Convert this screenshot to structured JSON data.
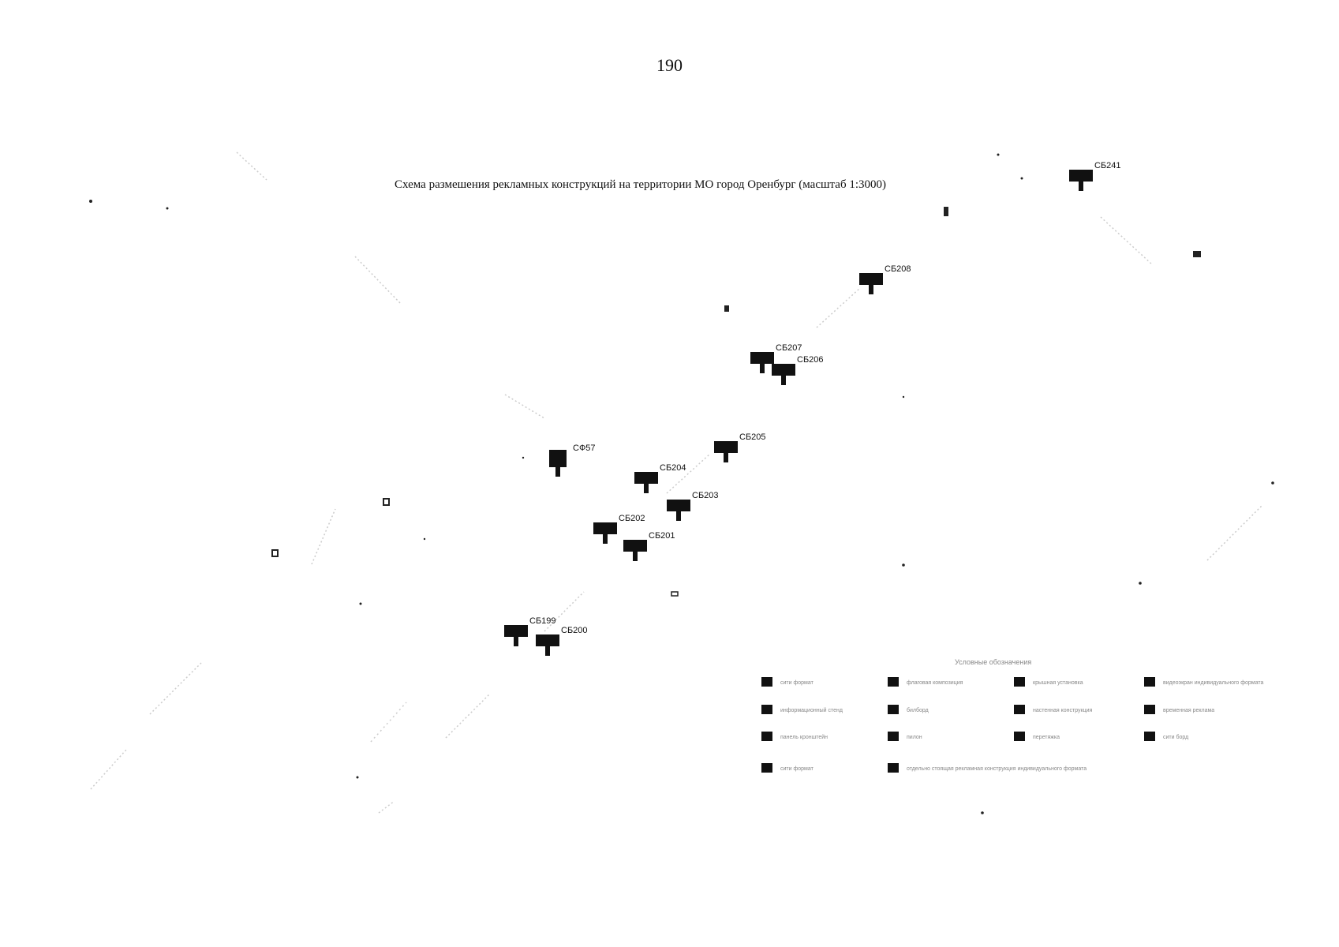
{
  "page_number": "190",
  "title": "Схема размешения рекламных конструкций на территории МО город Оренбург (масштаб 1:3000)",
  "markers": [
    {
      "id": "sb241",
      "label": "СБ241"
    },
    {
      "id": "sb208",
      "label": "СБ208"
    },
    {
      "id": "sb207",
      "label": "СБ207"
    },
    {
      "id": "sb206",
      "label": "СБ206"
    },
    {
      "id": "sb205",
      "label": "СБ205"
    },
    {
      "id": "sf57",
      "label": "СФ57"
    },
    {
      "id": "sb204",
      "label": "СБ204"
    },
    {
      "id": "sb203",
      "label": "СБ203"
    },
    {
      "id": "sb202",
      "label": "СБ202"
    },
    {
      "id": "sb201",
      "label": "СБ201"
    },
    {
      "id": "sb199",
      "label": "СБ199"
    },
    {
      "id": "sb200",
      "label": "СБ200"
    }
  ],
  "legend": {
    "title": "Условные обозначения",
    "items": [
      {
        "icon": "billboard-small-icon",
        "label": "сити формат"
      },
      {
        "icon": "flag-icon",
        "label": "флаговая композиция"
      },
      {
        "icon": "roof-installation-icon",
        "label": "крышная установка"
      },
      {
        "icon": "video-screen-icon",
        "label": "видеоэкран индивидуального формата"
      },
      {
        "icon": "info-stand-icon",
        "label": "информационный стенд"
      },
      {
        "icon": "billboard-icon",
        "label": "билборд"
      },
      {
        "icon": "wall-structure-icon",
        "label": "настенная конструкция"
      },
      {
        "icon": "temporary-structure-icon",
        "label": "временная реклама"
      },
      {
        "icon": "bracket-panel-icon",
        "label": "панель кронштейн"
      },
      {
        "icon": "pylon-icon",
        "label": "пилон"
      },
      {
        "icon": "banner-stretch-icon",
        "label": "перетяжка"
      },
      {
        "icon": "city-board-icon",
        "label": "сити борд"
      },
      {
        "icon": "city-format-icon",
        "label": "сити формат"
      },
      {
        "icon": "individual-structure-icon",
        "label": "отдельно стоящая рекламная конструкция индивидуального формата"
      }
    ]
  },
  "colors": {
    "marker": "#111111",
    "faint": "#aaaaaa"
  }
}
